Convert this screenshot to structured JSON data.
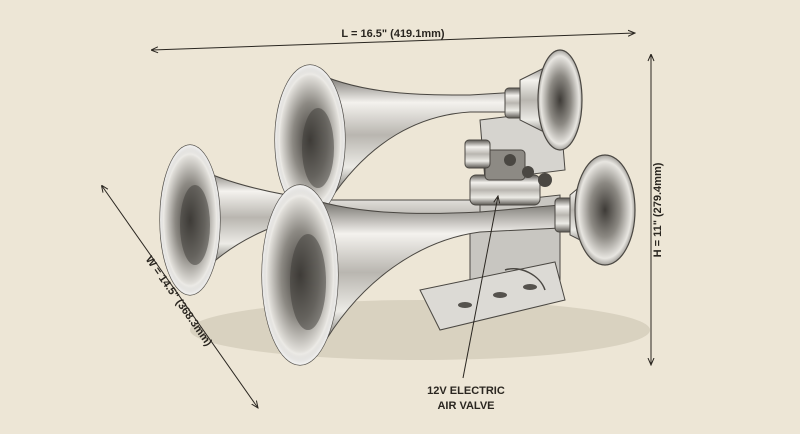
{
  "colors": {
    "background": "#ede6d6",
    "ink": "#2a2620",
    "chrome_light": "#f4f2ee",
    "chrome_mid": "#b9b6b0",
    "chrome_dark": "#5b5853"
  },
  "dimensions": {
    "length": "L = 16.5\" (419.1mm)",
    "width": "W = 14.5\" (368.3mm)",
    "height": "H = 11\" (279.4mm)"
  },
  "callout": {
    "line1": "12V ELECTRIC",
    "line2": "AIR VALVE"
  }
}
